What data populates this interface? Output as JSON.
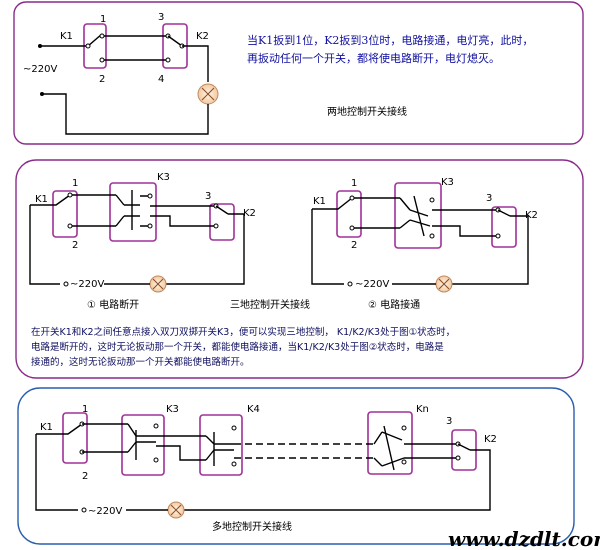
{
  "panel1": {
    "k1": "K1",
    "k2": "K2",
    "t1": "1",
    "t2": "2",
    "t3": "3",
    "t4": "4",
    "voltage": "~220V",
    "note_line1": "当K1扳到1位，K2扳到3位时，电路接通，电灯亮，此时，",
    "note_line2": "再扳动任何一个开关，都将使电路断开，电灯熄灭。",
    "caption": "两地控制开关接线"
  },
  "panel2": {
    "left": {
      "k1": "K1",
      "k3": "K3",
      "k2": "K2",
      "t1": "1",
      "t2": "2",
      "t3": "3",
      "voltage": "~220V",
      "caption": "① 电路断开"
    },
    "right": {
      "k1": "K1",
      "k3": "K3",
      "k2": "K2",
      "t1": "1",
      "t2": "2",
      "t3": "3",
      "voltage": "~220V",
      "caption": "② 电路接通"
    },
    "center_caption": "三地控制开关接线",
    "text_line1": "在开关K1和K2之间任意点接入双刀双掷开关K3，便可以实现三地控制， K1/K2/K3处于图①状态时，",
    "text_line2": "电路是断开的，这时无论扳动那一个开关，都能使电路接通，当K1/K2/K3处于图②状态时，电路是",
    "text_line3": "接通的，这时无论扳动那一个开关都能使电路断开。"
  },
  "panel3": {
    "k1": "K1",
    "k3": "K3",
    "k4": "K4",
    "kn": "Kn",
    "k2": "K2",
    "t1": "1",
    "t2": "2",
    "t3": "3",
    "voltage": "~220V",
    "caption": "多地控制开关接线"
  },
  "watermark": "www.dzdlt.com",
  "colors": {
    "box": "#a0309a",
    "panel1_border": "#8a2b8a",
    "panel3_border": "#2a5fb0",
    "lamp": "#f2c9a0"
  }
}
